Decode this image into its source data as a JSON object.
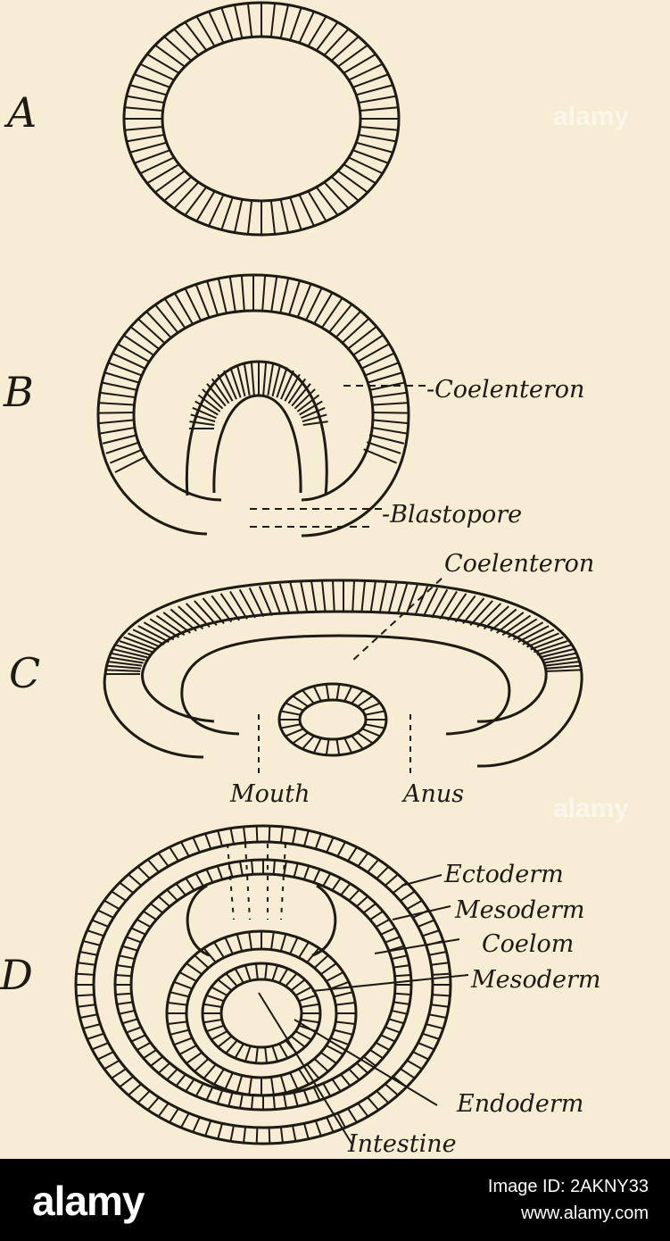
{
  "figure": {
    "panels": [
      "A",
      "B",
      "C",
      "D"
    ],
    "labels": {
      "b_coelenteron": "-Coelenteron",
      "b_blastopore": "-Blastopore",
      "c_coelenteron": "Coelenteron",
      "c_mouth": "Mouth",
      "c_anus": "Anus",
      "d_ectoderm": "Ectoderm",
      "d_mesoderm_outer": "Mesoderm",
      "d_coelom": "Coelom",
      "d_mesoderm_inner": "Mesoderm",
      "d_endoderm": "Endoderm",
      "d_intestine": "Intestine"
    },
    "watermark": "alamy"
  },
  "footer": {
    "logo": "alamy",
    "image_id_line": "Image ID: 2AKNY33",
    "site": "www.alamy.com"
  },
  "colors": {
    "paper": "#f7ecd4",
    "ink": "#1e1a14",
    "footer": "#000000"
  }
}
